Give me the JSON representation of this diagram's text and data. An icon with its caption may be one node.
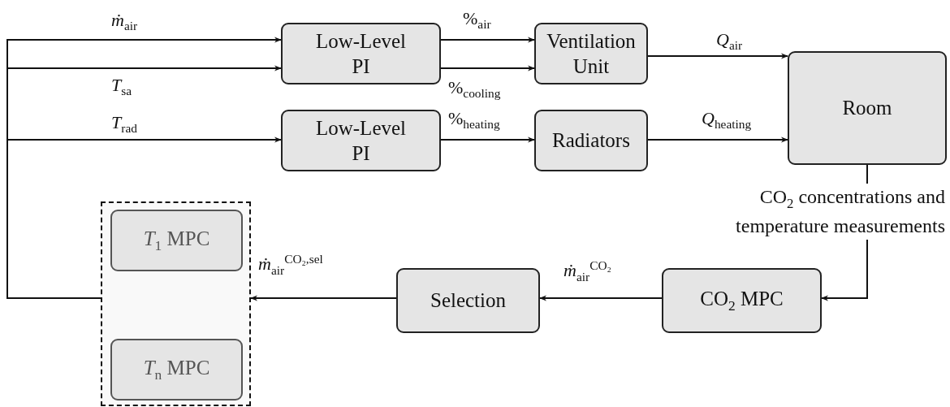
{
  "diagram": {
    "nodes": [
      {
        "text": [
          "Low-Level PI"
        ]
      },
      {
        "text": [
          "Ventilation Unit"
        ]
      },
      {
        "text": [
          "Low-Level PI"
        ]
      },
      {
        "text": [
          "Radiators"
        ]
      },
      {
        "text": [
          "Room"
        ]
      },
      {
        "text": [
          "CO$_{2}$ MPC"
        ]
      },
      {
        "text": [
          "Selection"
        ]
      },
      {
        "text": [],
        "shape": "box"
      },
      {
        "text": [
          "*T*$_{1}$ MPC"
        ],
        "in": 7
      },
      {
        "text": [
          "*T*$_{n}$ MPC"
        ],
        "in": 7
      }
    ],
    "edges": [
      {
        "from": 7,
        "to": 0,
        "arrow": "to",
        "label": "*ṁ*$_{air}$"
      },
      {
        "from": 7,
        "to": 0,
        "arrow": "to",
        "label": "*T*$_{sa}$"
      },
      {
        "from": 7,
        "to": 2,
        "arrow": "to",
        "label": "*T*$_{rad}$"
      },
      {
        "from": 0,
        "to": 1,
        "arrow": "to",
        "label": "%$_{air}$"
      },
      {
        "from": 0,
        "to": 1,
        "arrow": "to",
        "label": "%$_{cooling}$"
      },
      {
        "from": 2,
        "to": 3,
        "arrow": "to",
        "label": "%$_{heating}$"
      },
      {
        "from": 1,
        "to": 4,
        "arrow": "to",
        "label": "*Q*$_{air}$"
      },
      {
        "from": 3,
        "to": 4,
        "arrow": "to",
        "label": "*Q*$_{heating}$"
      },
      {
        "from": 4,
        "to": 5,
        "arrow": "to",
        "label": "CO$_{2}$ concentrations and temperature measurements"
      },
      {
        "from": 5,
        "to": 6,
        "arrow": "to",
        "label": "*ṁ*$_{air}$$^{CO₂}$"
      },
      {
        "from": 6,
        "to": 7,
        "arrow": "to",
        "label": "*ṁ*$_{air}$$^{CO₂,sel}$"
      }
    ]
  }
}
